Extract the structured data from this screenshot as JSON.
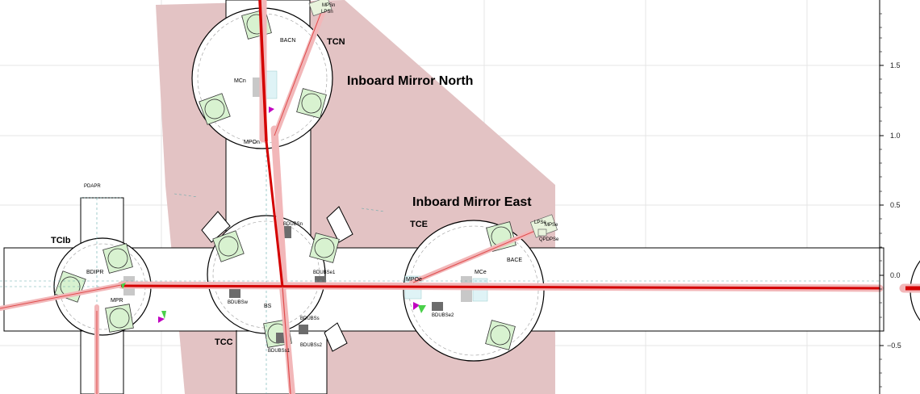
{
  "titles": {
    "north": "Inboard Mirror North",
    "east": "Inboard Mirror East"
  },
  "chambers": {
    "tcn": "TCN",
    "tce": "TCE",
    "tcc": "TCC",
    "tcib": "TCIb"
  },
  "components": {
    "mpsn": "MPSn",
    "lpsn": "LPSn",
    "bacn": "BACN",
    "mcn": "MCn",
    "mpon": "MPOn",
    "pdapr": "PDAPR",
    "bdipr": "BDIPR",
    "mpr": "MPR",
    "bdubsn": "BDUBSn",
    "bdubse1": "BDUBSe1",
    "bdubsw": "BDUBSw",
    "bs": "BS",
    "bdubss": "BDUBSs",
    "bdubss1": "BDUBSs1",
    "bdubss2": "BDUBSs2",
    "lpse": "LPSe",
    "mpse": "MPSe",
    "qpdpse": "QPDPSe",
    "bace": "BACE",
    "mce": "MCe",
    "mpoe": "MPOe",
    "bdubse2": "BDUBSe2"
  },
  "axis": {
    "ticks": [
      "1.5",
      "1.0",
      "0.5",
      "0.0",
      "−0.5"
    ]
  },
  "colors": {
    "zone": "#e3c3c4",
    "beam": "#d40000",
    "beam_halo": "#f2b7b9",
    "optic_fill": "#d8f2d0",
    "dark_component": "#6c6c6c",
    "grid": "#e5e5e5"
  }
}
